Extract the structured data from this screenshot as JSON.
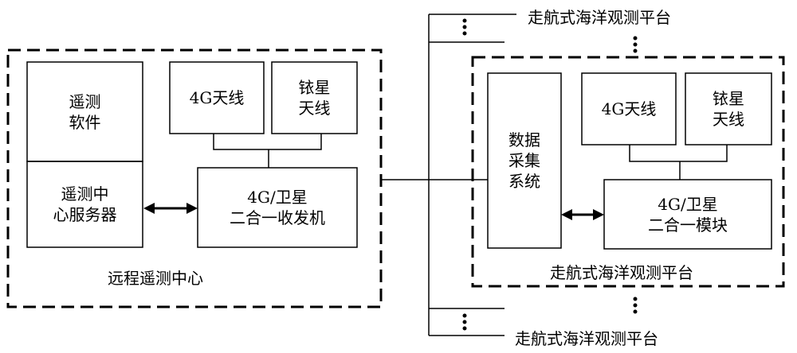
{
  "remote_center": {
    "title": "远程遥测中心",
    "software": "遥测\n软件",
    "server": "遥测中\n心服务器",
    "antenna_4g": "4G天线",
    "antenna_iridium": "铱星\n天线",
    "transceiver": "4G/卫星\n二合一收发机"
  },
  "platform": {
    "title": "走航式海洋观测平台",
    "data_system": "数据\n采集\n系统",
    "antenna_4g": "4G天线",
    "antenna_iridium": "铱星\n天线",
    "module": "4G/卫星\n二合一模块"
  },
  "other_platforms": {
    "top_label": "走航式海洋观测平台",
    "bottom_label": "走航式海洋观测平台",
    "ellipsis": "⋮"
  },
  "colors": {
    "line": "#000000",
    "background": "#ffffff"
  }
}
